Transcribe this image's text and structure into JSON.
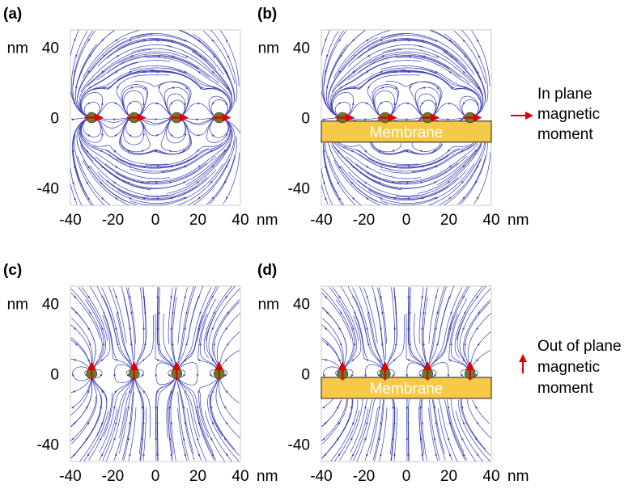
{
  "legend_in_plane": [
    "In plane",
    "magnetic",
    "moment"
  ],
  "legend_out_of_plane": [
    "Out of plane",
    "magnetic",
    "moment"
  ],
  "membrane_label": "Membrane",
  "axis_unit": "nm",
  "x_tick_labels": [
    "-40",
    "-20",
    "0",
    "20",
    "40"
  ],
  "y_tick_labels": [
    "40",
    "0",
    "-40"
  ],
  "colors": {
    "field_lines": "#3b3fb0",
    "moment_arrow": "#e00000",
    "particle": "#6b7a2a",
    "membrane_fill": "#f7c948",
    "membrane_edge": "#1a1a1a"
  },
  "panels": [
    {
      "label": "(a)",
      "moment": "in-plane",
      "membrane": false
    },
    {
      "label": "(b)",
      "moment": "in-plane",
      "membrane": true
    },
    {
      "label": "(c)",
      "moment": "out-of-plane",
      "membrane": false
    },
    {
      "label": "(d)",
      "moment": "out-of-plane",
      "membrane": true
    }
  ],
  "chart_data": {
    "type": "streamline-field",
    "xlim": [
      -40,
      40
    ],
    "ylim": [
      -50,
      50
    ],
    "xlabel": "nm",
    "ylabel": "nm",
    "particle_x": [
      -30,
      -10,
      10,
      30
    ],
    "particle_y": 0,
    "membrane_y_range": [
      -14,
      -2
    ]
  }
}
